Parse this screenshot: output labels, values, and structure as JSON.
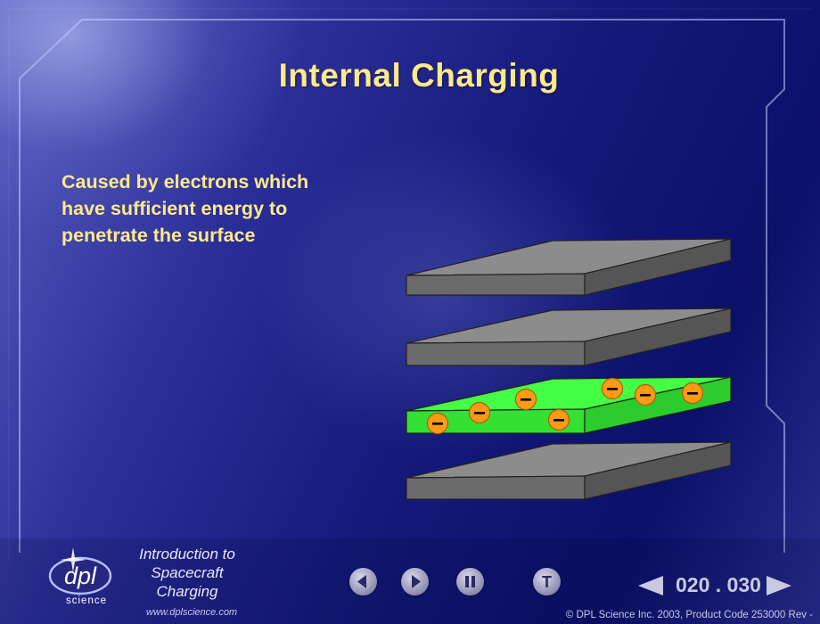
{
  "slide": {
    "title": "Internal Charging",
    "body": "Caused by electrons which\nhave sufficient energy to\npenetrate the surface"
  },
  "diagram": {
    "layers": [
      {
        "name": "slab-1",
        "color": "#8e8e8e",
        "charged": false
      },
      {
        "name": "slab-2",
        "color": "#8e8e8e",
        "charged": false
      },
      {
        "name": "slab-3",
        "color": "#33ee33",
        "charged": true
      },
      {
        "name": "slab-4",
        "color": "#8e8e8e",
        "charged": false
      }
    ],
    "electron_symbol": "−",
    "electron_count": 7
  },
  "branding": {
    "logo_text": "dpl",
    "logo_subtext": "science",
    "course_lines": [
      "Introduction to",
      "Spacecraft",
      "Charging"
    ],
    "website": "www.dplscience.com"
  },
  "navigation": {
    "buttons": [
      {
        "name": "back-button",
        "icon": "triangle-left-icon"
      },
      {
        "name": "forward-button",
        "icon": "triangle-right-icon"
      },
      {
        "name": "pause-button",
        "icon": "pause-icon"
      },
      {
        "name": "text-button",
        "icon": "T",
        "label": "T"
      }
    ],
    "page_label": "020 . 030"
  },
  "footer": {
    "copyright": "© DPL Science Inc. 2003, Product Code 253000 Rev -"
  },
  "colors": {
    "title": "#ffe98a",
    "accent_green": "#33ee33",
    "electron": "#ff9900",
    "background": "#1a1f86"
  }
}
